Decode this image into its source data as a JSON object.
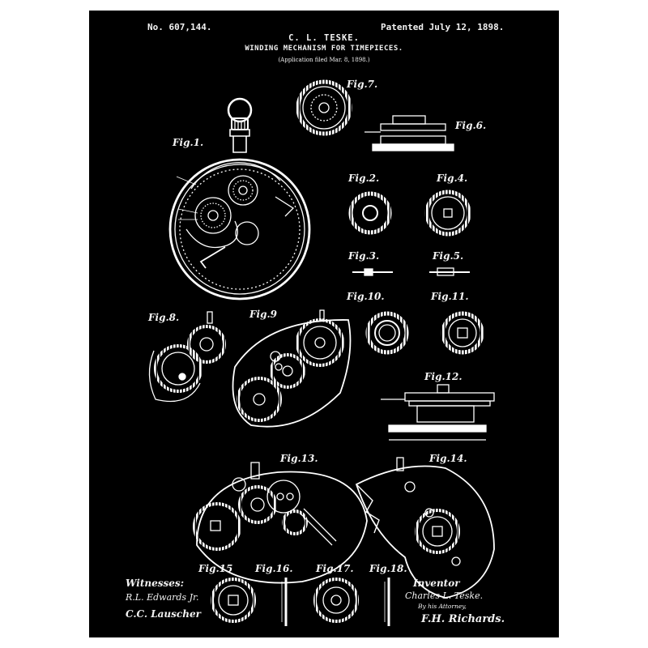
{
  "header": {
    "patent_number": "No. 607,144.",
    "patent_date": "Patented July 12, 1898.",
    "inventor_initials": "C. L. TESKE.",
    "title": "WINDING MECHANISM FOR TIMEPIECES.",
    "application": "(Application filed Mar. 8, 1898.)"
  },
  "figures": {
    "fig1": "Fig.1.",
    "fig2": "Fig.2.",
    "fig3": "Fig.3.",
    "fig4": "Fig.4.",
    "fig5": "Fig.5.",
    "fig6": "Fig.6.",
    "fig7": "Fig.7.",
    "fig8": "Fig.8.",
    "fig9": "Fig.9",
    "fig10": "Fig.10.",
    "fig11": "Fig.11.",
    "fig12": "Fig.12.",
    "fig13": "Fig.13.",
    "fig14": "Fig.14.",
    "fig15": "Fig.15",
    "fig16": "Fig.16.",
    "fig17": "Fig.17.",
    "fig18": "Fig.18."
  },
  "footer": {
    "witnesses_label": "Witnesses:",
    "witness_1": "R.L. Edwards Jr.",
    "witness_2": "C.C. Lauscher",
    "inventor_label": "Inventor",
    "inventor_name": "Charles L. Teske.",
    "attorney_label": "By his Attorney,",
    "attorney_signature": "F.H. Richards."
  },
  "colors": {
    "background": "#000000",
    "ink": "#ffffff",
    "frame": "#ffffff"
  }
}
